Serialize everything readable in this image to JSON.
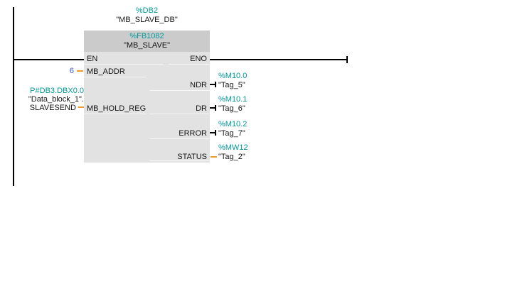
{
  "instance_db": {
    "address": "%DB2",
    "name": "\"MB_SLAVE_DB\""
  },
  "block": {
    "address": "%FB1082",
    "name": "\"MB_SLAVE\"",
    "en": "EN",
    "eno": "ENO",
    "inputs": [
      {
        "name": "MB_ADDR",
        "operand": {
          "value": "6"
        }
      },
      {
        "name": "MB_HOLD_REG",
        "operand": {
          "pointer": "P#DB3.DBX0.0",
          "block": "\"Data_block_1\".",
          "member": "SLAVESEND"
        }
      }
    ],
    "outputs": [
      {
        "name": "NDR",
        "operand": {
          "address": "%M10.0",
          "tag": "\"Tag_5\""
        }
      },
      {
        "name": "DR",
        "operand": {
          "address": "%M10.1",
          "tag": "\"Tag_6\""
        }
      },
      {
        "name": "ERROR",
        "operand": {
          "address": "%M10.2",
          "tag": "\"Tag_7\""
        }
      },
      {
        "name": "STATUS",
        "operand": {
          "address": "%MW12",
          "tag": "\"Tag_2\""
        }
      }
    ]
  },
  "colors": {
    "operand_address": "#009999",
    "constant": "#3355cc",
    "connector": "#ee9c2e",
    "wire": "#000000",
    "block_header_bg": "#cbcbcb",
    "block_body_bg": "#e2e2e2"
  }
}
